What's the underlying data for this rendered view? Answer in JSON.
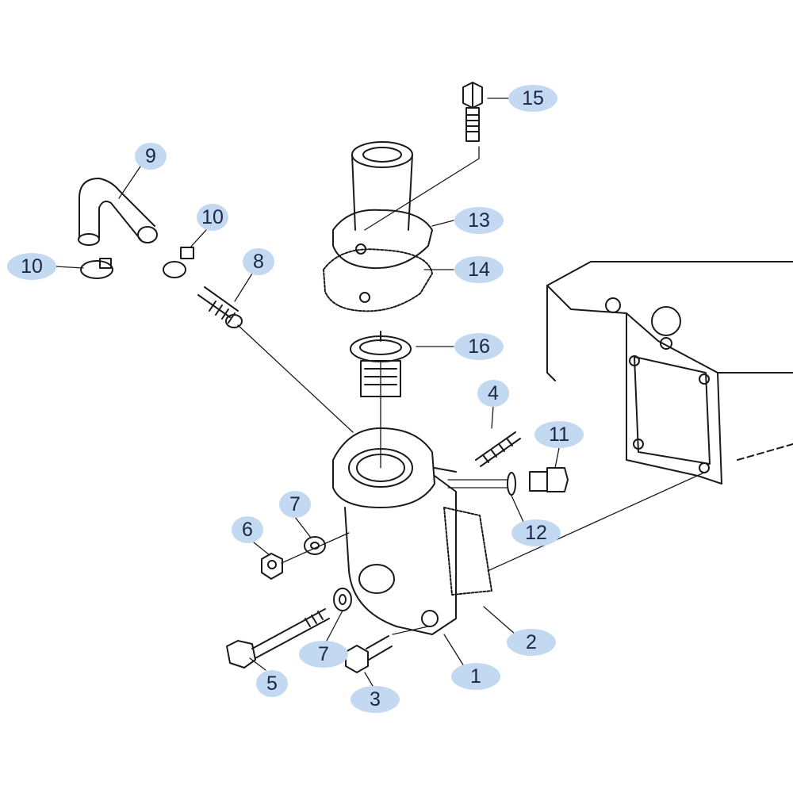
{
  "diagram": {
    "type": "exploded parts diagram - thermostat housing",
    "callouts": [
      {
        "id": "c15",
        "number": "15"
      },
      {
        "id": "c9",
        "number": "9"
      },
      {
        "id": "c10a",
        "number": "10"
      },
      {
        "id": "c10b",
        "number": "10"
      },
      {
        "id": "c8",
        "number": "8"
      },
      {
        "id": "c13",
        "number": "13"
      },
      {
        "id": "c14",
        "number": "14"
      },
      {
        "id": "c16",
        "number": "16"
      },
      {
        "id": "c4",
        "number": "4"
      },
      {
        "id": "c11",
        "number": "11"
      },
      {
        "id": "c7a",
        "number": "7"
      },
      {
        "id": "c6",
        "number": "6"
      },
      {
        "id": "c12",
        "number": "12"
      },
      {
        "id": "c2",
        "number": "2"
      },
      {
        "id": "c7b",
        "number": "7"
      },
      {
        "id": "c1",
        "number": "1"
      },
      {
        "id": "c5",
        "number": "5"
      },
      {
        "id": "c3",
        "number": "3"
      }
    ],
    "colors": {
      "callout_fill": "#c3d8f1",
      "callout_text": "#1b2748",
      "line": "#1a1a1a"
    }
  }
}
